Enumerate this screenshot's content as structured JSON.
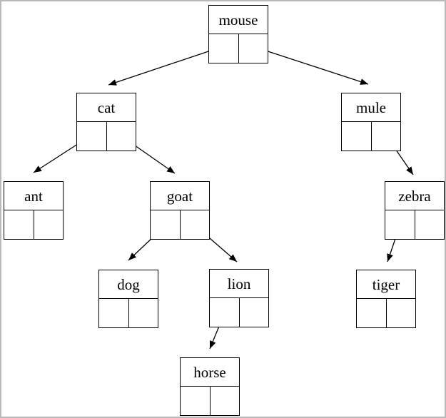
{
  "figure": {
    "type": "binary-tree-node-diagram",
    "background_color": "#ffffff",
    "line_color": "#000000",
    "frame_color": "#b9b9b9"
  },
  "tree": {
    "root": "mouse",
    "nodes": [
      {
        "id": "mouse",
        "label": "mouse",
        "left_child": "cat",
        "right_child": "mule"
      },
      {
        "id": "cat",
        "label": "cat",
        "left_child": "ant",
        "right_child": "goat"
      },
      {
        "id": "mule",
        "label": "mule",
        "left_child": null,
        "right_child": "zebra"
      },
      {
        "id": "ant",
        "label": "ant",
        "left_child": null,
        "right_child": null
      },
      {
        "id": "goat",
        "label": "goat",
        "left_child": "dog",
        "right_child": "lion"
      },
      {
        "id": "zebra",
        "label": "zebra",
        "left_child": "tiger",
        "right_child": null
      },
      {
        "id": "dog",
        "label": "dog",
        "left_child": null,
        "right_child": null
      },
      {
        "id": "lion",
        "label": "lion",
        "left_child": "horse",
        "right_child": null
      },
      {
        "id": "tiger",
        "label": "tiger",
        "left_child": null,
        "right_child": null
      },
      {
        "id": "horse",
        "label": "horse",
        "left_child": null,
        "right_child": null
      }
    ]
  }
}
